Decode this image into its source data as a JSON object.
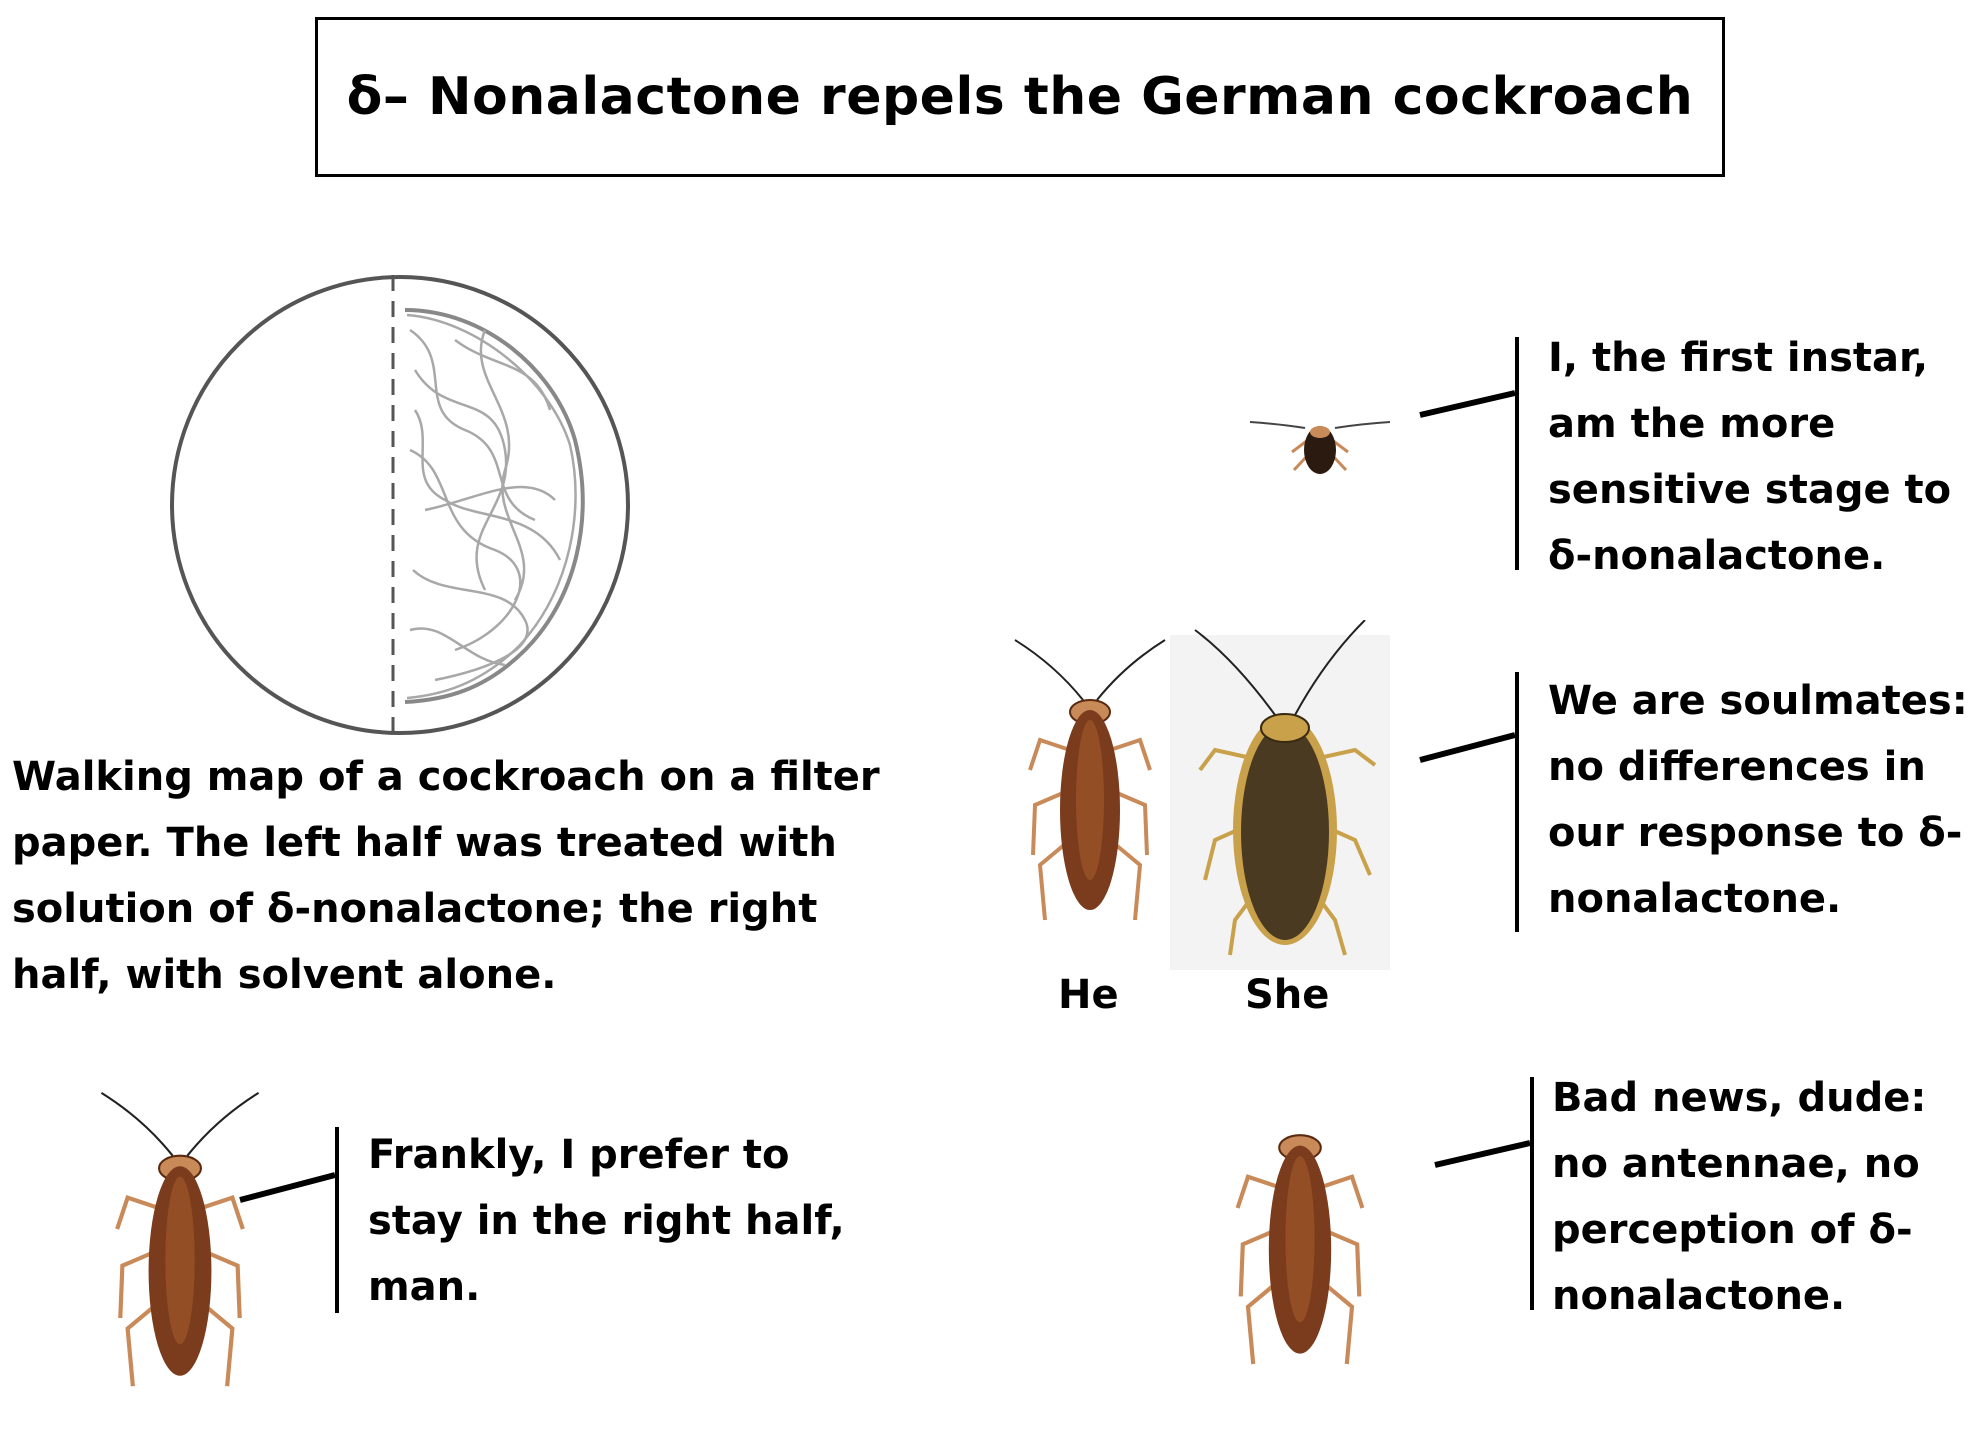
{
  "title": "δ– Nonalactone repels the German cockroach",
  "walking_map": {
    "caption": "Walking map of a cockroach on a filter\npaper. The left half was treated with\nsolution of δ-nonalactone; the right\nhalf, with solvent alone."
  },
  "panels": {
    "frankly": {
      "text": "Frankly, I prefer to\nstay in the right half,\nman."
    },
    "instar": {
      "text": "I, the first instar,\nam the more\nsensitive stage to\nδ-nonalactone."
    },
    "soulmates": {
      "text": "We are soulmates:\nno differences in\nour response to δ-\nnonalactone.",
      "he_label": "He",
      "she_label": "She"
    },
    "antennae": {
      "text": "Bad news, dude:\nno antennae, no\nperception of  δ-\nnonalactone."
    }
  },
  "colors": {
    "roach_body": "#7a3c1c",
    "roach_light": "#c98a5a",
    "female_body": "#4a3a22",
    "female_rim": "#c9a14a",
    "trail": "#a8a8a8"
  }
}
